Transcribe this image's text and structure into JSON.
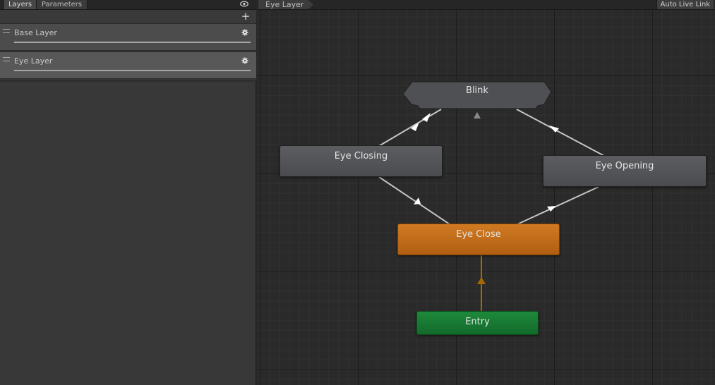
{
  "left_panel": {
    "tabs": [
      {
        "label": "Layers"
      },
      {
        "label": "Parameters"
      }
    ],
    "add_button_label": "+",
    "layers": [
      {
        "name": "Base Layer"
      },
      {
        "name": "Eye Layer"
      }
    ]
  },
  "graph": {
    "breadcrumb": "Eye Layer",
    "auto_live_link_label": "Auto Live Link",
    "states": {
      "blink": "Blink",
      "eye_closing": "Eye Closing",
      "eye_opening": "Eye Opening",
      "eye_close": "Eye Close",
      "entry": "Entry"
    }
  },
  "colors": {
    "default_state": "#d07a22",
    "entry_state": "#1e8a3b",
    "normal_state": "#535559",
    "transition": "#c8c8c8",
    "entry_transition": "#a46a00"
  },
  "icons": {
    "visibility": "eye-icon",
    "layer_settings": "gear-icon",
    "layer_drag": "drag-handle-icon"
  }
}
